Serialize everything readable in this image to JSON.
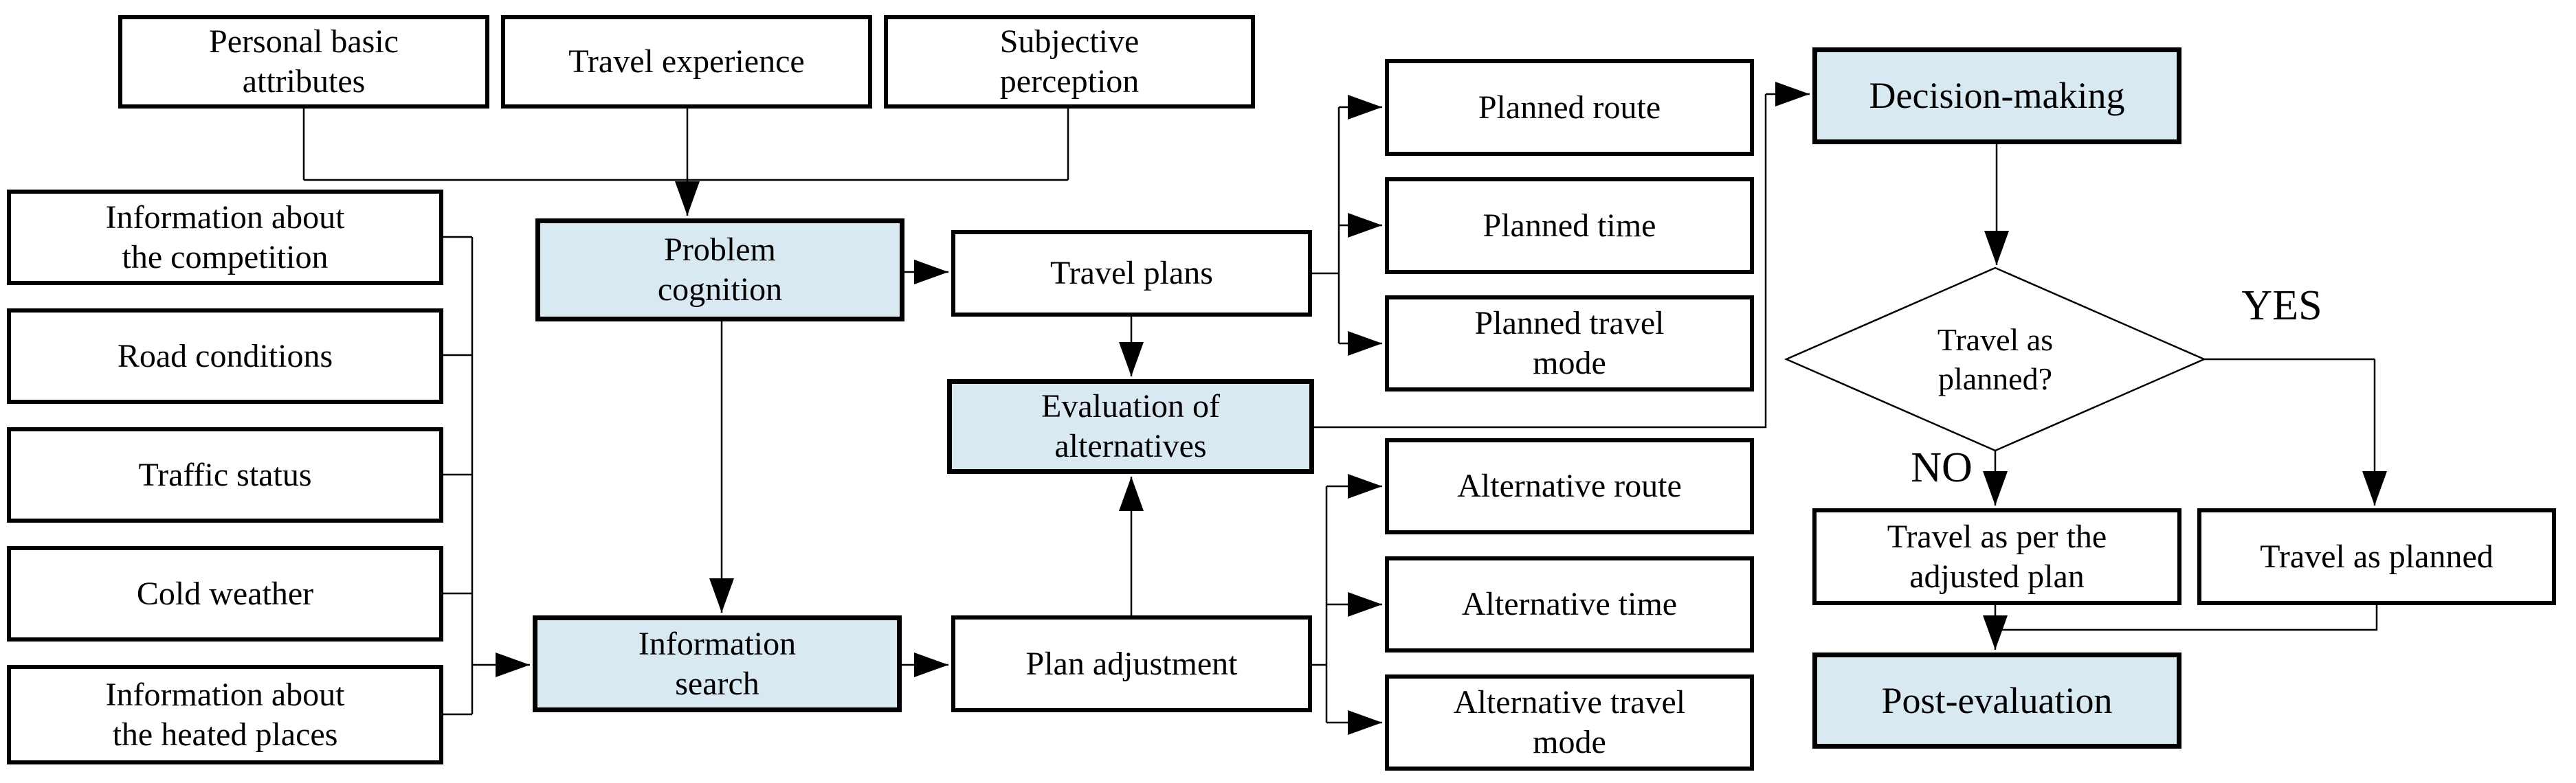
{
  "diagram": {
    "title": "Travel decision-making flowchart",
    "colors": {
      "highlight_fill": "#d9e9f2",
      "box_fill": "#ffffff",
      "line_color": "#000000"
    },
    "nodes": {
      "personal_basic_attributes": {
        "label": "Personal basic\nattributes"
      },
      "travel_experience": {
        "label": "Travel experience"
      },
      "subjective_perception": {
        "label": "Subjective\nperception"
      },
      "information_about_competition": {
        "label": "Information about\nthe competition"
      },
      "road_conditions": {
        "label": "Road conditions"
      },
      "traffic_status": {
        "label": "Traffic status"
      },
      "cold_weather": {
        "label": "Cold weather"
      },
      "information_about_heated_places": {
        "label": "Information about\nthe heated places"
      },
      "problem_cognition": {
        "label": "Problem\ncognition"
      },
      "travel_plans": {
        "label": "Travel plans"
      },
      "evaluation_of_alternatives": {
        "label": "Evaluation of\nalternatives"
      },
      "information_search": {
        "label": "Information\nsearch"
      },
      "plan_adjustment": {
        "label": "Plan adjustment"
      },
      "planned_route": {
        "label": "Planned route"
      },
      "planned_time": {
        "label": "Planned time"
      },
      "planned_travel_mode": {
        "label": "Planned travel\nmode"
      },
      "alternative_route": {
        "label": "Alternative route"
      },
      "alternative_time": {
        "label": "Alternative time"
      },
      "alternative_travel_mode": {
        "label": "Alternative travel\nmode"
      },
      "decision_making": {
        "label": "Decision-making"
      },
      "travel_as_planned_question": {
        "label": "Travel as\nplanned?"
      },
      "travel_as_per_adjusted_plan": {
        "label": "Travel as per the\nadjusted plan"
      },
      "travel_as_planned": {
        "label": "Travel as planned"
      },
      "post_evaluation": {
        "label": "Post-evaluation"
      }
    },
    "branch_labels": {
      "yes": "YES",
      "no": "NO"
    }
  }
}
